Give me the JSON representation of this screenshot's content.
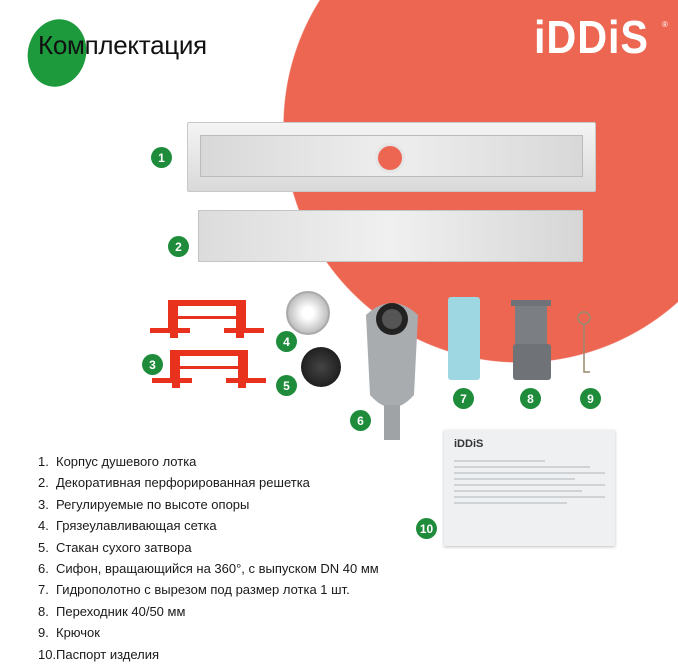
{
  "header": {
    "title": "Комплектация",
    "brand": "iDDiS",
    "brand_mark": "®"
  },
  "passport": {
    "logo": "iDDiS"
  },
  "badges": [
    "1",
    "2",
    "3",
    "4",
    "5",
    "6",
    "7",
    "8",
    "9",
    "10"
  ],
  "items": [
    {
      "num": "1.",
      "label": "Корпус душевого лотка"
    },
    {
      "num": "2.",
      "label": "Декоративная перфорированная решетка"
    },
    {
      "num": "3.",
      "label": "Регулируемые по высоте опоры"
    },
    {
      "num": "4.",
      "label": "Грязеулавливающая сетка"
    },
    {
      "num": "5.",
      "label": "Стакан сухого затвора"
    },
    {
      "num": "6.",
      "label": "Сифон, вращающийся на 360°, с выпуском DN 40 мм"
    },
    {
      "num": "7.",
      "label": "Гидрополотно с вырезом под размер лотка 1 шт."
    },
    {
      "num": "8.",
      "label": "Переходник 40/50 мм"
    },
    {
      "num": "9.",
      "label": "Крючок"
    },
    {
      "num": "10.",
      "label": "Паспорт изделия"
    }
  ],
  "colors": {
    "accent_red": "#ec6652",
    "badge_green": "#1e8c3a"
  }
}
